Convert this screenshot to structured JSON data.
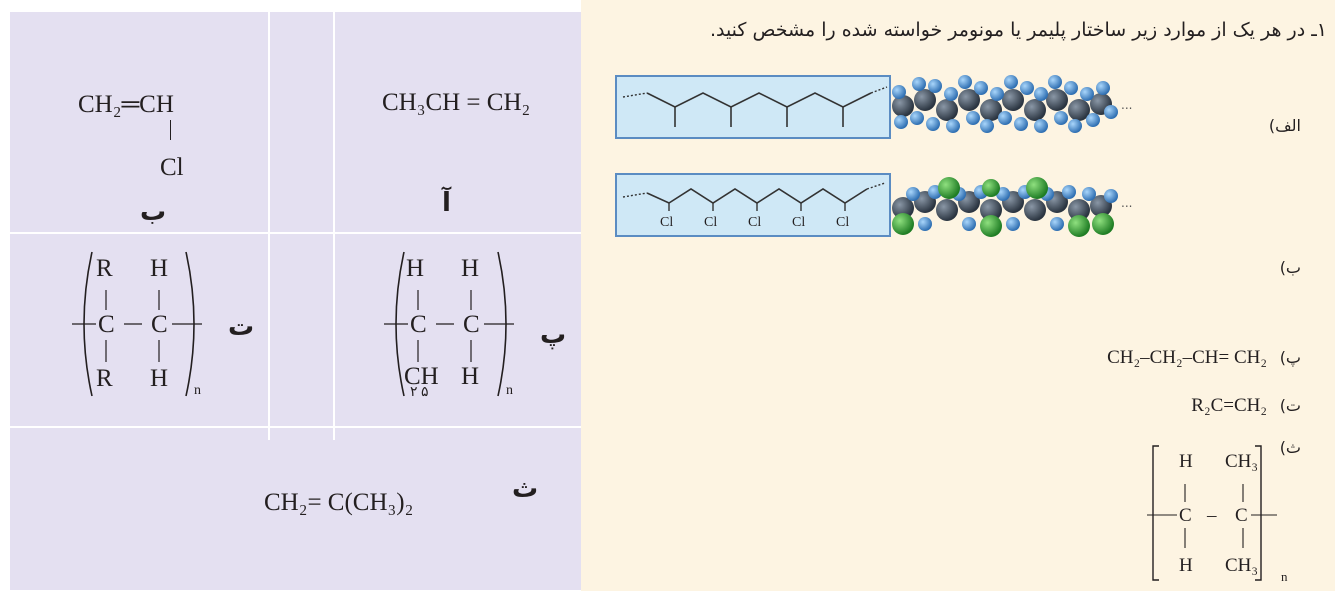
{
  "answers": {
    "a": {
      "label": "آ",
      "formula": "CH₃CH = CH₂"
    },
    "b": {
      "label": "ب",
      "formula_top": "CH₂═CH",
      "substituent": "Cl"
    },
    "p": {
      "label": "پ",
      "tl": "H",
      "tr": "H",
      "bl": "CH",
      "bl_sub": "۲ ۵",
      "br": "H",
      "c1": "C",
      "c2": "C",
      "n": "n"
    },
    "t": {
      "label": "ت",
      "tl": "R",
      "tr": "H",
      "bl": "R",
      "br": "H",
      "c1": "C",
      "c2": "C",
      "n": "n"
    },
    "th": {
      "label": "ث",
      "formula": "CH₂= C(CH₃)₂"
    }
  },
  "question": {
    "title": "۱ـ در هر یک از موارد زیر ساختار پلیمر یا مونومر خواسته شده را مشخص کنید.",
    "items": {
      "alef": {
        "label": "الف)"
      },
      "b": {
        "label": "ب)",
        "cl_labels": [
          "Cl",
          "Cl",
          "Cl",
          "Cl",
          "Cl"
        ]
      },
      "p": {
        "label": "پ)",
        "formula": "CH₂–CH₂–CH= CH₂"
      },
      "t": {
        "label": "ت)",
        "formula": "R₂C=CH₂"
      },
      "th": {
        "label": "ث)",
        "tl": "H",
        "tr": "CH₃",
        "bl": "H",
        "br": "CH₃",
        "c1": "C",
        "c2": "C",
        "dash": "–",
        "n": "n"
      }
    },
    "ellipsis": "..."
  },
  "colors": {
    "left_bg": "#e4e0f1",
    "right_bg": "#fdf4e2",
    "box_fill": "#cfe8f6",
    "box_border": "#5b8cc2",
    "atom_c": "#3d4a5a",
    "atom_h": "#4f93d6",
    "atom_cl": "#2fa032"
  }
}
